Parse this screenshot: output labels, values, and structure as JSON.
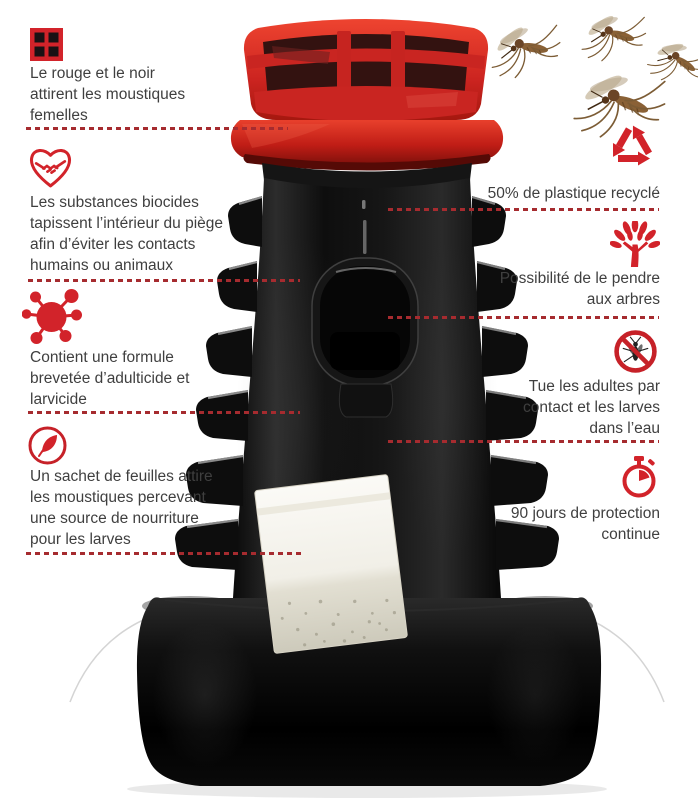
{
  "colors": {
    "accent_red": "#d2232a",
    "callout_line_red": "#a62b2f",
    "text_gray": "#3f3f3f",
    "cap_red": "#c62821",
    "body_black": "#0d0d0d",
    "sachet_beige": "#f1efe7"
  },
  "left_annotations": [
    {
      "icon": "grid-window-icon",
      "text": "Le rouge et le noir\nattirent les moustiques\nfemelles"
    },
    {
      "icon": "handshake-heart-icon",
      "text": "Les substances biocides\ntapissent l’intérieur du piège\nafin d’éviter les contacts\nhumains ou animaux"
    },
    {
      "icon": "molecule-icon",
      "text": "Contient une formule\nbrevetée d’adulticide et\nlarvicide"
    },
    {
      "icon": "leaf-badge-icon",
      "text": "Un sachet de feuilles attire\nles moustiques percevant\nune source de nourriture\npour les larves"
    }
  ],
  "right_annotations": [
    {
      "icon": "recycle-icon",
      "text": "50% de plastique recyclé"
    },
    {
      "icon": "tree-icon",
      "text": "Possibilité de le pendre\naux arbres"
    },
    {
      "icon": "no-mosquito-icon",
      "text": "Tue les adultes par\ncontact et les larves\ndans l’eau"
    },
    {
      "icon": "stopwatch-icon",
      "text": "90 jours de protection\ncontinue"
    }
  ]
}
